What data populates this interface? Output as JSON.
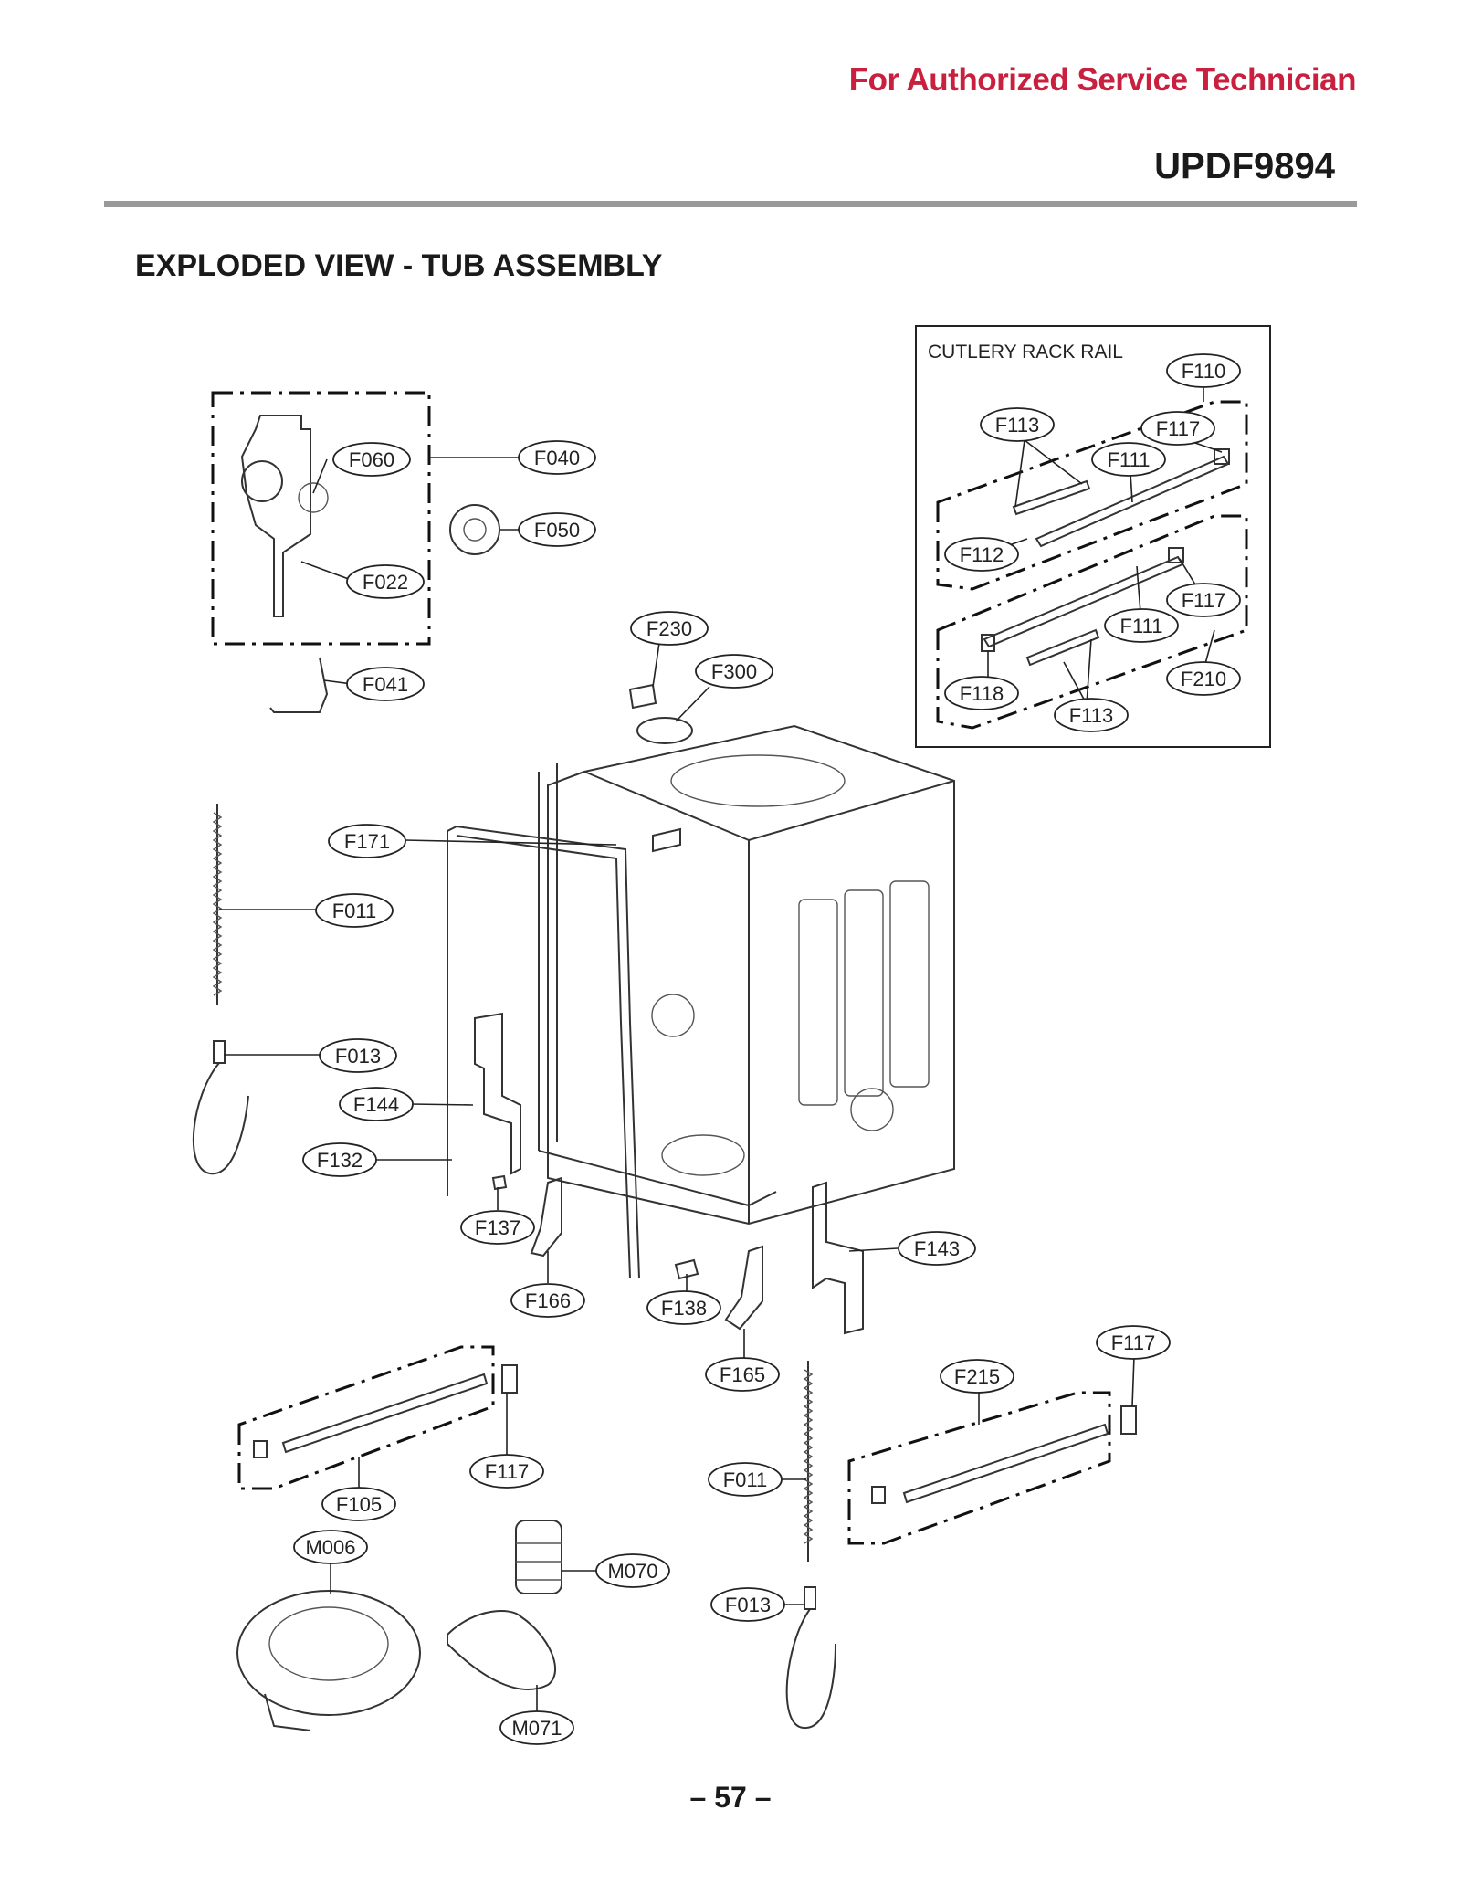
{
  "header": {
    "notice": "For Authorized Service Technician",
    "model": "UPDF9894"
  },
  "title": "EXPLODED VIEW - TUB ASSEMBLY",
  "inset_title": "CUTLERY RACK RAIL",
  "page_number": "– 57 –",
  "labels": {
    "F060": "F060",
    "F040": "F040",
    "F050": "F050",
    "F022": "F022",
    "F041": "F041",
    "F230": "F230",
    "F300": "F300",
    "F171": "F171",
    "F011a": "F011",
    "F013a": "F013",
    "F144": "F144",
    "F132": "F132",
    "F137": "F137",
    "F166": "F166",
    "F138": "F138",
    "F165": "F165",
    "F143": "F143",
    "F117a": "F117",
    "F215": "F215",
    "F011b": "F011",
    "F013b": "F013",
    "F105": "F105",
    "F117b": "F117",
    "M006": "M006",
    "M070": "M070",
    "M071": "M071",
    "F110": "F110",
    "F113a": "F113",
    "F117c": "F117",
    "F111a": "F111",
    "F112": "F112",
    "F117d": "F117",
    "F111b": "F111",
    "F210": "F210",
    "F118": "F118",
    "F113b": "F113"
  },
  "colors": {
    "notice": "#c8203e",
    "rule": "#9a9a9a",
    "ink": "#222222"
  }
}
